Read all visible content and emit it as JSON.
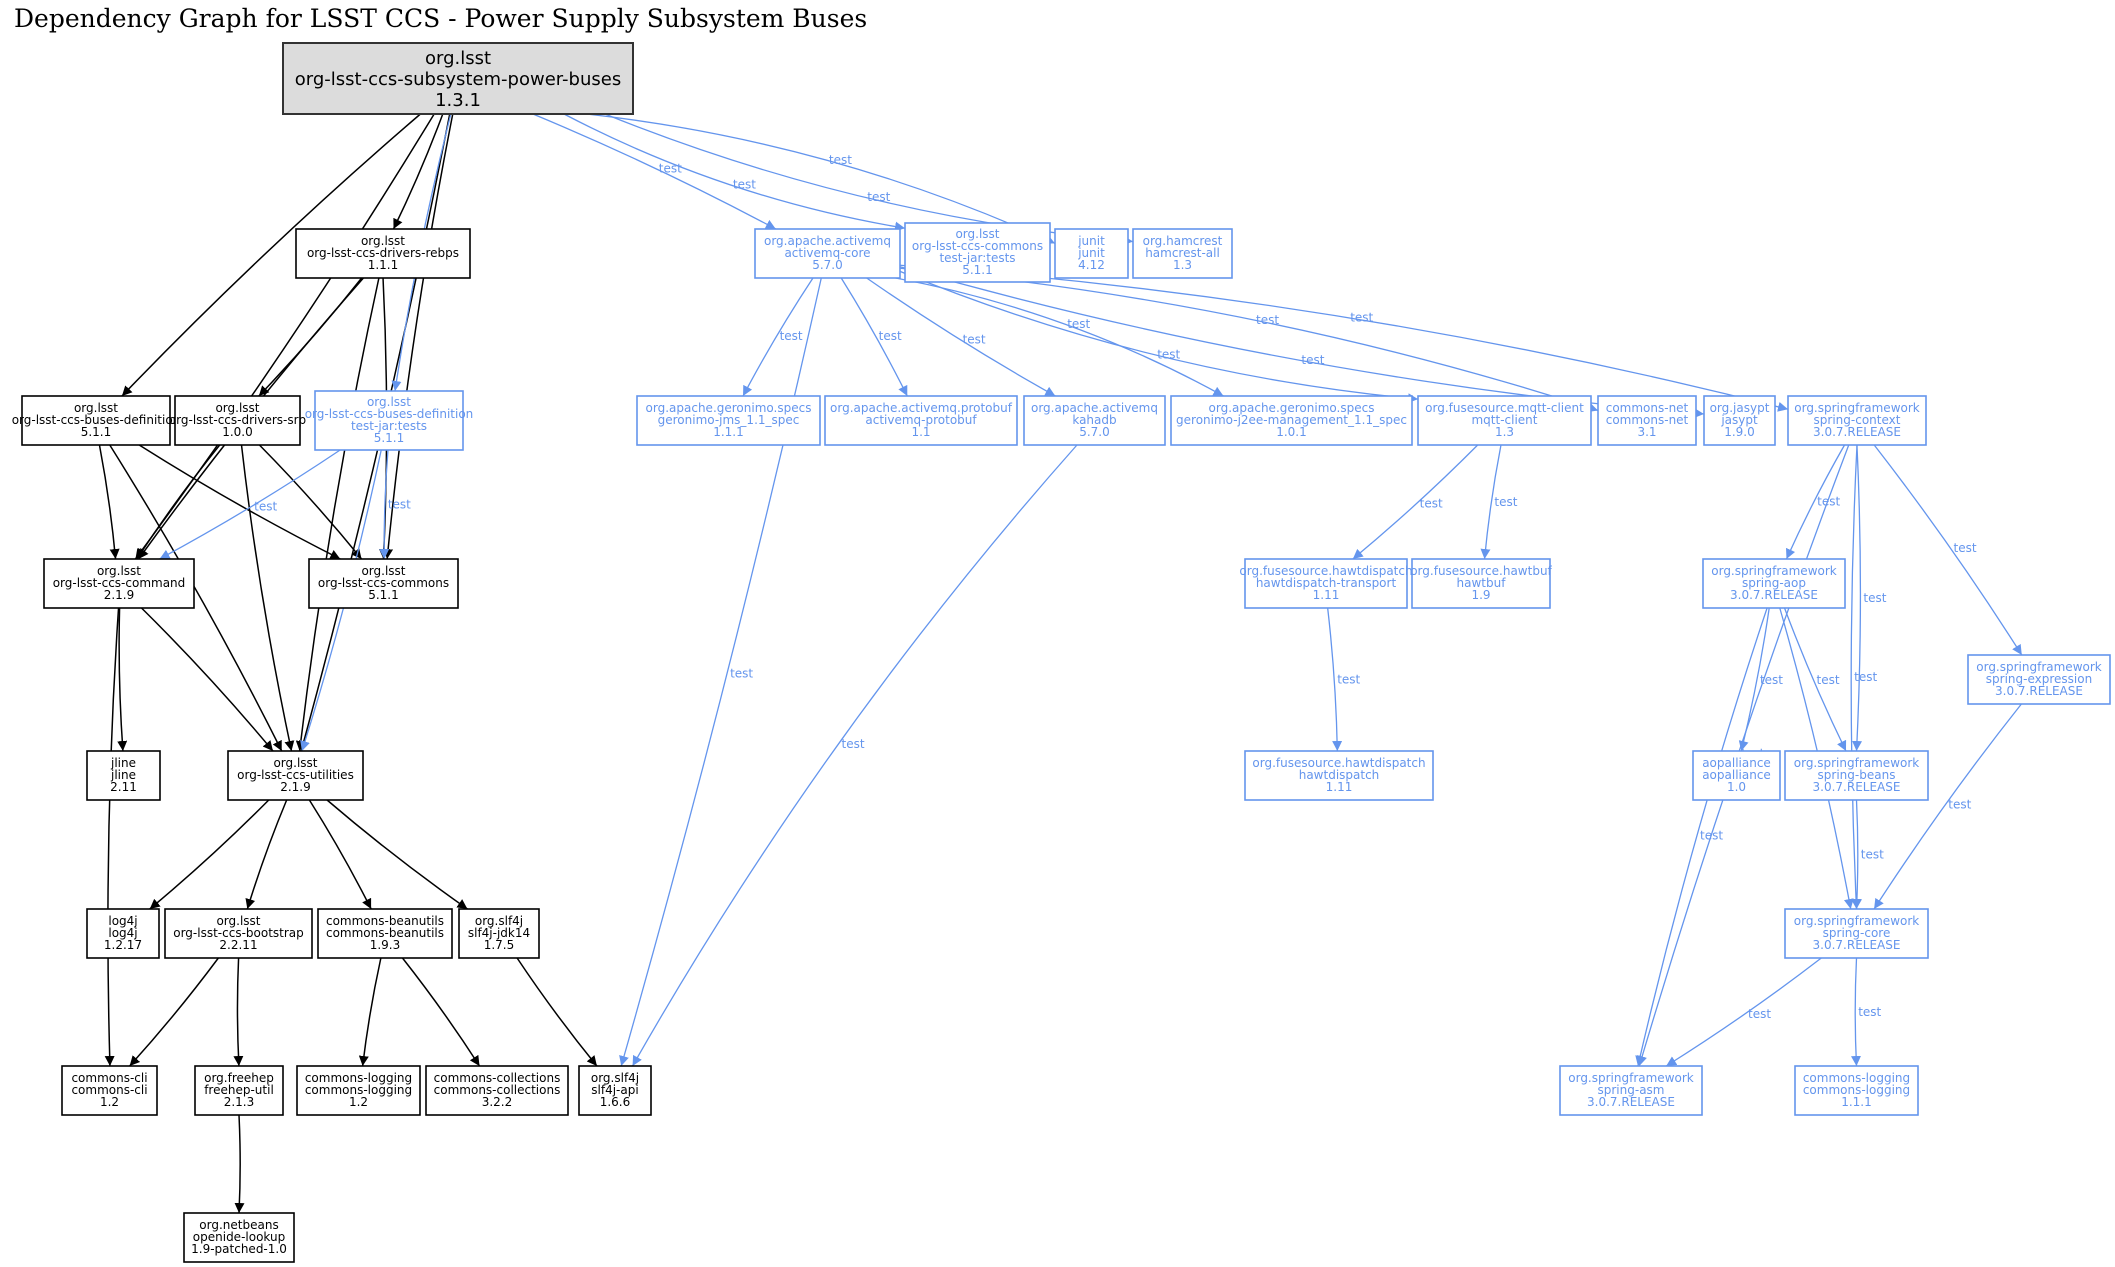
{
  "title": "Dependency Graph for LSST CCS - Power Supply Subsystem Buses",
  "colors": {
    "compile": "#000000",
    "test": "#6495ed",
    "root_fill": "#dcdcdc"
  },
  "edge_label_test": "test",
  "nodes": [
    {
      "id": "root",
      "group": "org.lsst",
      "artifact": "org-lsst-ccs-subsystem-power-buses",
      "version": "1.3.1",
      "scope": "root"
    },
    {
      "id": "rebps",
      "group": "org.lsst",
      "artifact": "org-lsst-ccs-drivers-rebps",
      "version": "1.1.1",
      "scope": "compile"
    },
    {
      "id": "busesdef",
      "group": "org.lsst",
      "artifact": "org-lsst-ccs-buses-definition",
      "version": "5.1.1",
      "scope": "compile"
    },
    {
      "id": "srp",
      "group": "org.lsst",
      "artifact": "org-lsst-ccs-drivers-srp",
      "version": "1.0.0",
      "scope": "compile"
    },
    {
      "id": "busesdeftest",
      "group": "org.lsst",
      "artifact": "org-lsst-ccs-buses-definition",
      "classifier": "test-jar:tests",
      "version": "5.1.1",
      "scope": "test"
    },
    {
      "id": "command",
      "group": "org.lsst",
      "artifact": "org-lsst-ccs-command",
      "version": "2.1.9",
      "scope": "compile"
    },
    {
      "id": "commons",
      "group": "org.lsst",
      "artifact": "org-lsst-ccs-commons",
      "version": "5.1.1",
      "scope": "compile"
    },
    {
      "id": "jline",
      "group": "jline",
      "artifact": "jline",
      "version": "2.11",
      "scope": "compile"
    },
    {
      "id": "utilities",
      "group": "org.lsst",
      "artifact": "org-lsst-ccs-utilities",
      "version": "2.1.9",
      "scope": "compile"
    },
    {
      "id": "log4j",
      "group": "log4j",
      "artifact": "log4j",
      "version": "1.2.17",
      "scope": "compile"
    },
    {
      "id": "bootstrap",
      "group": "org.lsst",
      "artifact": "org-lsst-ccs-bootstrap",
      "version": "2.2.11",
      "scope": "compile"
    },
    {
      "id": "beanutils",
      "group": "commons-beanutils",
      "artifact": "commons-beanutils",
      "version": "1.9.3",
      "scope": "compile"
    },
    {
      "id": "jdk14",
      "group": "org.slf4j",
      "artifact": "slf4j-jdk14",
      "version": "1.7.5",
      "scope": "compile"
    },
    {
      "id": "cli",
      "group": "commons-cli",
      "artifact": "commons-cli",
      "version": "1.2",
      "scope": "compile"
    },
    {
      "id": "freehep",
      "group": "org.freehep",
      "artifact": "freehep-util",
      "version": "2.1.3",
      "scope": "compile"
    },
    {
      "id": "logging12",
      "group": "commons-logging",
      "artifact": "commons-logging",
      "version": "1.2",
      "scope": "compile"
    },
    {
      "id": "collections",
      "group": "commons-collections",
      "artifact": "commons-collections",
      "version": "3.2.2",
      "scope": "compile"
    },
    {
      "id": "slf4japi",
      "group": "org.slf4j",
      "artifact": "slf4j-api",
      "version": "1.6.6",
      "scope": "compile"
    },
    {
      "id": "netbeans",
      "group": "org.netbeans",
      "artifact": "openide-lookup",
      "version": "1.9-patched-1.0",
      "scope": "compile"
    },
    {
      "id": "amqcore",
      "group": "org.apache.activemq",
      "artifact": "activemq-core",
      "version": "5.7.0",
      "scope": "test"
    },
    {
      "id": "commonstest",
      "group": "org.lsst",
      "artifact": "org-lsst-ccs-commons",
      "classifier": "test-jar:tests",
      "version": "5.1.1",
      "scope": "test"
    },
    {
      "id": "junit",
      "group": "junit",
      "artifact": "junit",
      "version": "4.12",
      "scope": "test"
    },
    {
      "id": "hamcrest",
      "group": "org.hamcrest",
      "artifact": "hamcrest-all",
      "version": "1.3",
      "scope": "test"
    },
    {
      "id": "jms",
      "group": "org.apache.geronimo.specs",
      "artifact": "geronimo-jms_1.1_spec",
      "version": "1.1.1",
      "scope": "test"
    },
    {
      "id": "protobuf",
      "group": "org.apache.activemq.protobuf",
      "artifact": "activemq-protobuf",
      "version": "1.1",
      "scope": "test"
    },
    {
      "id": "kahadb",
      "group": "org.apache.activemq",
      "artifact": "kahadb",
      "version": "5.7.0",
      "scope": "test"
    },
    {
      "id": "j2ee",
      "group": "org.apache.geronimo.specs",
      "artifact": "geronimo-j2ee-management_1.1_spec",
      "version": "1.0.1",
      "scope": "test"
    },
    {
      "id": "mqtt",
      "group": "org.fusesource.mqtt-client",
      "artifact": "mqtt-client",
      "version": "1.3",
      "scope": "test"
    },
    {
      "id": "net",
      "group": "commons-net",
      "artifact": "commons-net",
      "version": "3.1",
      "scope": "test"
    },
    {
      "id": "jasypt",
      "group": "org.jasypt",
      "artifact": "jasypt",
      "version": "1.9.0",
      "scope": "test"
    },
    {
      "id": "context",
      "group": "org.springframework",
      "artifact": "spring-context",
      "version": "3.0.7.RELEASE",
      "scope": "test"
    },
    {
      "id": "hdtransport",
      "group": "org.fusesource.hawtdispatch",
      "artifact": "hawtdispatch-transport",
      "version": "1.11",
      "scope": "test"
    },
    {
      "id": "hawtbuf",
      "group": "org.fusesource.hawtbuf",
      "artifact": "hawtbuf",
      "version": "1.9",
      "scope": "test"
    },
    {
      "id": "aop",
      "group": "org.springframework",
      "artifact": "spring-aop",
      "version": "3.0.7.RELEASE",
      "scope": "test"
    },
    {
      "id": "expression",
      "group": "org.springframework",
      "artifact": "spring-expression",
      "version": "3.0.7.RELEASE",
      "scope": "test"
    },
    {
      "id": "hawtdispatch",
      "group": "org.fusesource.hawtdispatch",
      "artifact": "hawtdispatch",
      "version": "1.11",
      "scope": "test"
    },
    {
      "id": "aopalliance",
      "group": "aopalliance",
      "artifact": "aopalliance",
      "version": "1.0",
      "scope": "test"
    },
    {
      "id": "beans",
      "group": "org.springframework",
      "artifact": "spring-beans",
      "version": "3.0.7.RELEASE",
      "scope": "test"
    },
    {
      "id": "core",
      "group": "org.springframework",
      "artifact": "spring-core",
      "version": "3.0.7.RELEASE",
      "scope": "test"
    },
    {
      "id": "asm",
      "group": "org.springframework",
      "artifact": "spring-asm",
      "version": "3.0.7.RELEASE",
      "scope": "test"
    },
    {
      "id": "logging111",
      "group": "commons-logging",
      "artifact": "commons-logging",
      "version": "1.1.1",
      "scope": "test"
    }
  ],
  "edges": [
    {
      "from": "root",
      "to": "rebps",
      "scope": "compile"
    },
    {
      "from": "root",
      "to": "busesdef",
      "scope": "compile"
    },
    {
      "from": "root",
      "to": "command",
      "scope": "compile"
    },
    {
      "from": "root",
      "to": "commons",
      "scope": "compile"
    },
    {
      "from": "root",
      "to": "utilities",
      "scope": "compile"
    },
    {
      "from": "root",
      "to": "busesdeftest",
      "scope": "test"
    },
    {
      "from": "root",
      "to": "amqcore",
      "scope": "test"
    },
    {
      "from": "root",
      "to": "commonstest",
      "scope": "test"
    },
    {
      "from": "root",
      "to": "junit",
      "scope": "test"
    },
    {
      "from": "root",
      "to": "hamcrest",
      "scope": "test"
    },
    {
      "from": "rebps",
      "to": "srp",
      "scope": "compile"
    },
    {
      "from": "rebps",
      "to": "command",
      "scope": "compile"
    },
    {
      "from": "rebps",
      "to": "commons",
      "scope": "compile"
    },
    {
      "from": "rebps",
      "to": "utilities",
      "scope": "compile"
    },
    {
      "from": "busesdef",
      "to": "command",
      "scope": "compile"
    },
    {
      "from": "busesdef",
      "to": "commons",
      "scope": "compile"
    },
    {
      "from": "busesdef",
      "to": "utilities",
      "scope": "compile"
    },
    {
      "from": "srp",
      "to": "command",
      "scope": "compile"
    },
    {
      "from": "srp",
      "to": "commons",
      "scope": "compile"
    },
    {
      "from": "srp",
      "to": "utilities",
      "scope": "compile"
    },
    {
      "from": "busesdeftest",
      "to": "command",
      "scope": "test"
    },
    {
      "from": "busesdeftest",
      "to": "commons",
      "scope": "test"
    },
    {
      "from": "busesdeftest",
      "to": "utilities",
      "scope": "test"
    },
    {
      "from": "command",
      "to": "jline",
      "scope": "compile"
    },
    {
      "from": "command",
      "to": "utilities",
      "scope": "compile"
    },
    {
      "from": "command",
      "to": "cli",
      "scope": "compile"
    },
    {
      "from": "utilities",
      "to": "log4j",
      "scope": "compile"
    },
    {
      "from": "utilities",
      "to": "bootstrap",
      "scope": "compile"
    },
    {
      "from": "utilities",
      "to": "beanutils",
      "scope": "compile"
    },
    {
      "from": "utilities",
      "to": "jdk14",
      "scope": "compile"
    },
    {
      "from": "bootstrap",
      "to": "cli",
      "scope": "compile"
    },
    {
      "from": "bootstrap",
      "to": "freehep",
      "scope": "compile"
    },
    {
      "from": "freehep",
      "to": "netbeans",
      "scope": "compile"
    },
    {
      "from": "beanutils",
      "to": "logging12",
      "scope": "compile"
    },
    {
      "from": "beanutils",
      "to": "collections",
      "scope": "compile"
    },
    {
      "from": "jdk14",
      "to": "slf4japi",
      "scope": "compile"
    },
    {
      "from": "amqcore",
      "to": "slf4japi",
      "scope": "test"
    },
    {
      "from": "amqcore",
      "to": "jms",
      "scope": "test"
    },
    {
      "from": "amqcore",
      "to": "protobuf",
      "scope": "test"
    },
    {
      "from": "amqcore",
      "to": "kahadb",
      "scope": "test"
    },
    {
      "from": "amqcore",
      "to": "j2ee",
      "scope": "test"
    },
    {
      "from": "amqcore",
      "to": "mqtt",
      "scope": "test"
    },
    {
      "from": "amqcore",
      "to": "net",
      "scope": "test"
    },
    {
      "from": "amqcore",
      "to": "jasypt",
      "scope": "test"
    },
    {
      "from": "amqcore",
      "to": "context",
      "scope": "test"
    },
    {
      "from": "kahadb",
      "to": "slf4japi",
      "scope": "test"
    },
    {
      "from": "mqtt",
      "to": "hdtransport",
      "scope": "test"
    },
    {
      "from": "mqtt",
      "to": "hawtbuf",
      "scope": "test"
    },
    {
      "from": "hdtransport",
      "to": "hawtdispatch",
      "scope": "test"
    },
    {
      "from": "context",
      "to": "aop",
      "scope": "test"
    },
    {
      "from": "context",
      "to": "beans",
      "scope": "test"
    },
    {
      "from": "context",
      "to": "core",
      "scope": "test"
    },
    {
      "from": "context",
      "to": "expression",
      "scope": "test"
    },
    {
      "from": "context",
      "to": "asm",
      "scope": "test"
    },
    {
      "from": "aop",
      "to": "aopalliance",
      "scope": "test"
    },
    {
      "from": "aop",
      "to": "beans",
      "scope": "test"
    },
    {
      "from": "aop",
      "to": "core",
      "scope": "test"
    },
    {
      "from": "aop",
      "to": "asm",
      "scope": "test"
    },
    {
      "from": "beans",
      "to": "core",
      "scope": "test"
    },
    {
      "from": "expression",
      "to": "core",
      "scope": "test"
    },
    {
      "from": "core",
      "to": "asm",
      "scope": "test"
    },
    {
      "from": "core",
      "to": "logging111",
      "scope": "test"
    }
  ]
}
